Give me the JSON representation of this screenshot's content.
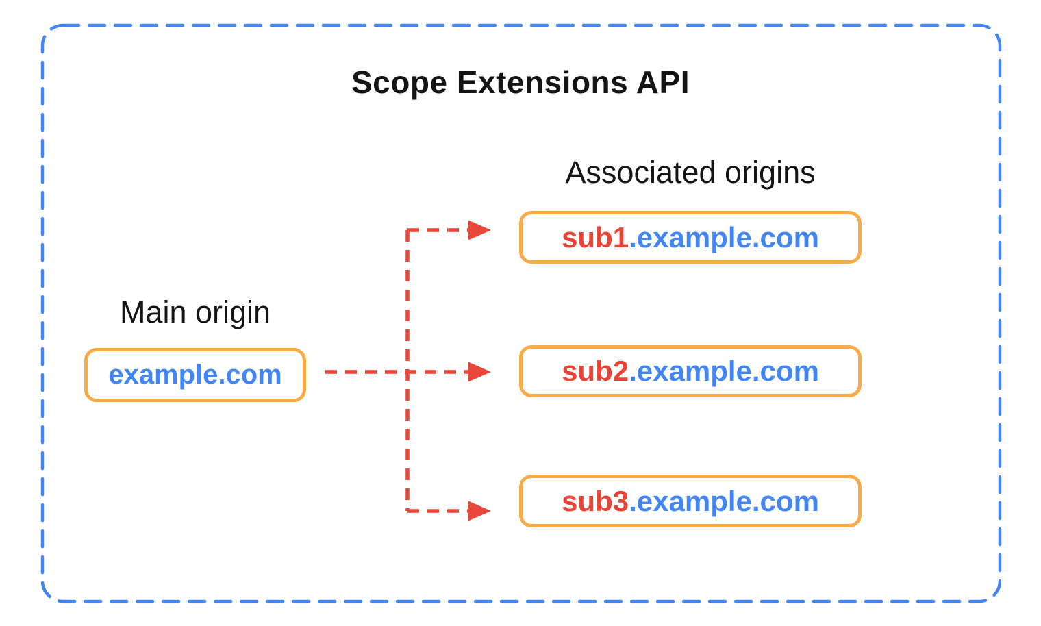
{
  "diagram": {
    "title": "Scope Extensions API",
    "main_origin": {
      "label": "Main origin",
      "domain": "example.com"
    },
    "associated_origins": {
      "label": "Associated origins",
      "items": [
        {
          "prefix": "sub1",
          "suffix": ".example.com"
        },
        {
          "prefix": "sub2",
          "suffix": ".example.com"
        },
        {
          "prefix": "sub3",
          "suffix": ".example.com"
        }
      ]
    },
    "colors": {
      "outer_border_blue": "#4285F4",
      "box_border_orange": "#FAAB47",
      "domain_text_blue": "#4285F4",
      "subdomain_prefix_red": "#EA4335",
      "arrow_red": "#E8473A",
      "title_text": "#141414"
    }
  }
}
